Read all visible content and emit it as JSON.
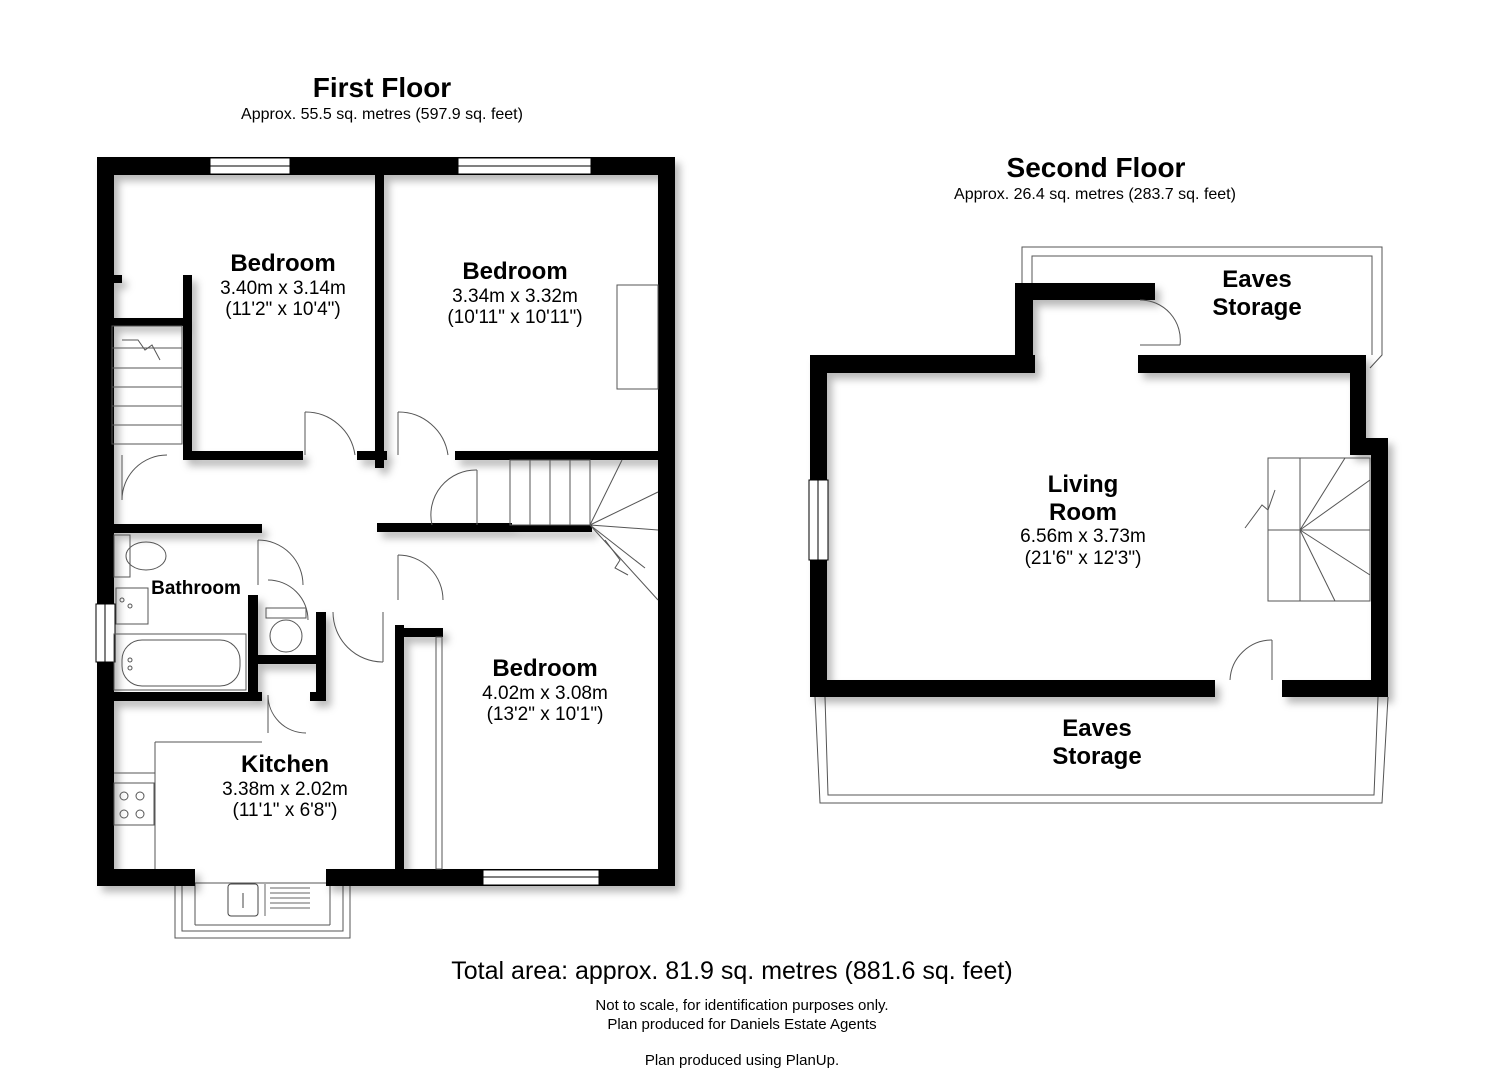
{
  "first_floor": {
    "title": "First Floor",
    "area": "Approx. 55.5 sq. metres (597.9 sq. feet)",
    "rooms": [
      {
        "name": "Bedroom",
        "metric": "3.40m x 3.14m",
        "imperial": "(11'2\" x 10'4\")"
      },
      {
        "name": "Bedroom",
        "metric": "3.34m x 3.32m",
        "imperial": "(10'11\" x 10'11\")"
      },
      {
        "name": "Bathroom"
      },
      {
        "name": "Bedroom",
        "metric": "4.02m x 3.08m",
        "imperial": "(13'2\" x 10'1\")"
      },
      {
        "name": "Kitchen",
        "metric": "3.38m x 2.02m",
        "imperial": "(11'1\" x 6'8\")"
      }
    ]
  },
  "second_floor": {
    "title": "Second Floor",
    "area": "Approx. 26.4 sq. metres (283.7 sq. feet)",
    "rooms": [
      {
        "name": "Eaves Storage"
      },
      {
        "name": "Living Room",
        "metric": "6.56m x 3.73m",
        "imperial": "(21'6\" x 12'3\")"
      },
      {
        "name": "Eaves Storage"
      }
    ]
  },
  "footer": {
    "total": "Total area: approx. 81.9 sq. metres (881.6 sq. feet)",
    "note1": "Not to scale, for identification purposes only.",
    "note2": "Plan produced for Daniels Estate Agents",
    "note3": "Plan produced using PlanUp."
  }
}
